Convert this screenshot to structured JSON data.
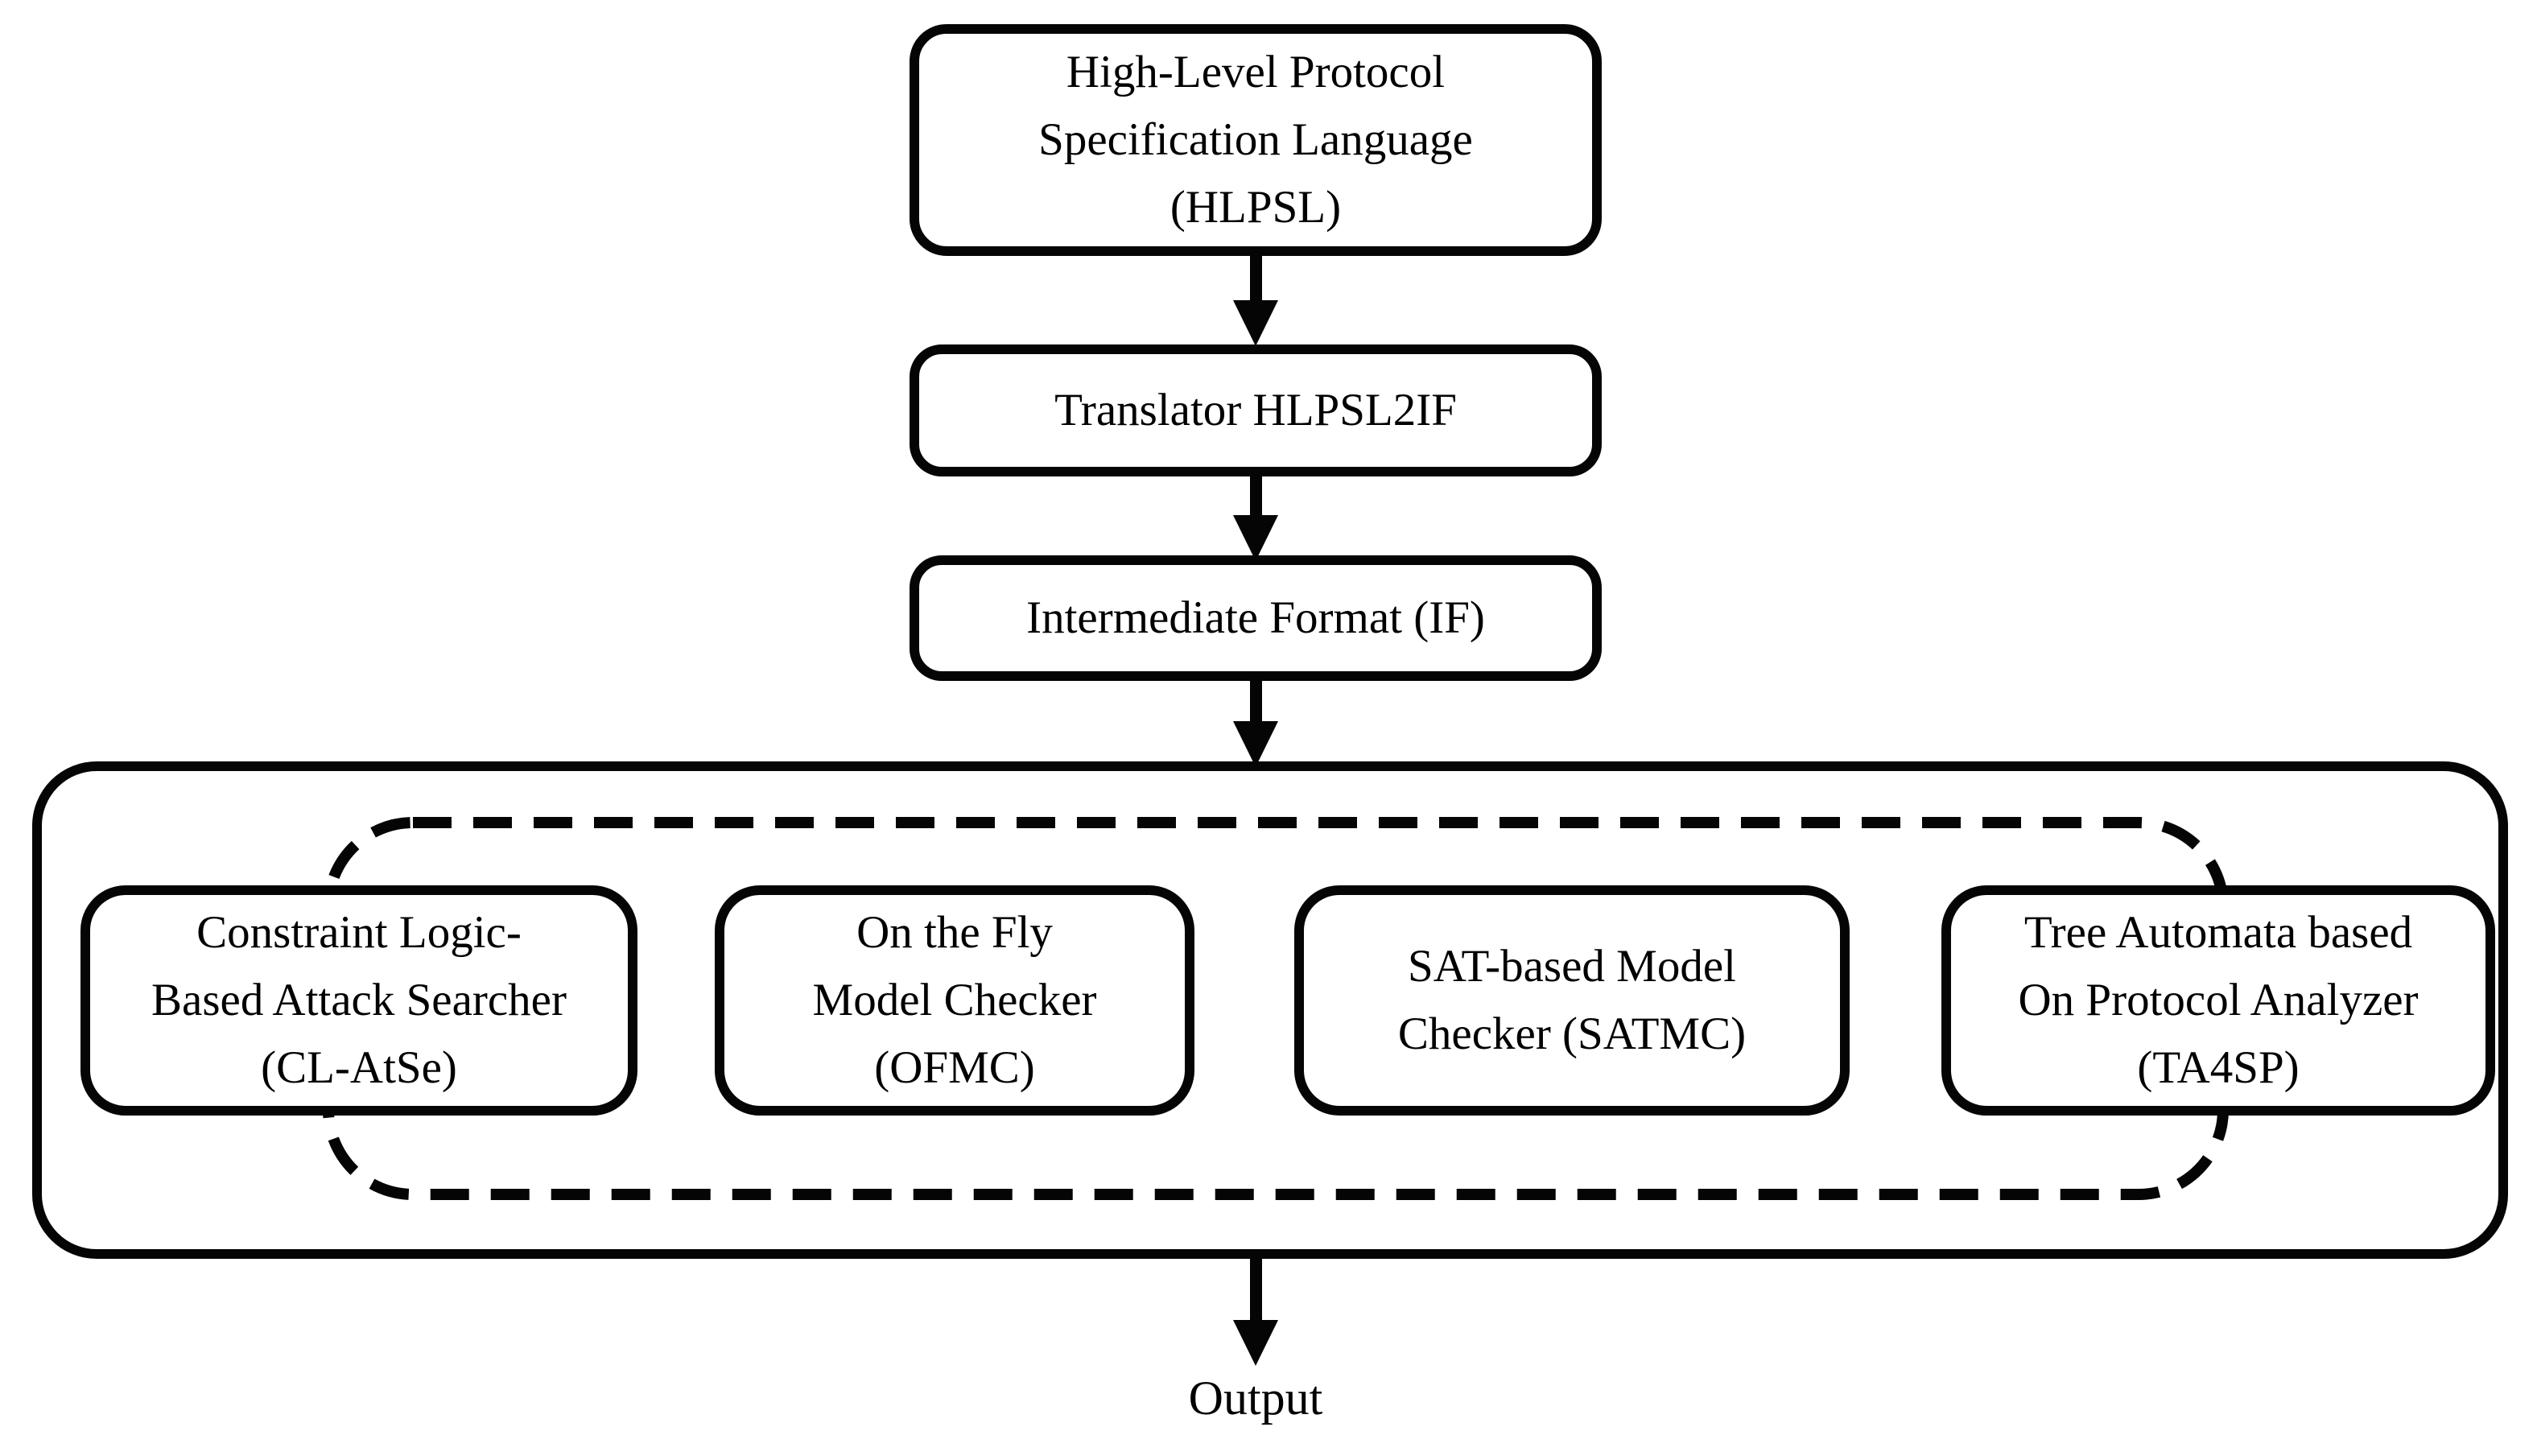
{
  "diagram": {
    "title": "AVISPA architecture flow diagram",
    "colors": {
      "stroke": "#050505",
      "background": "#ffffff",
      "text": "#000000"
    },
    "nodes": {
      "hlpsl": {
        "lines": [
          "High-Level Protocol",
          "Specification Language",
          "(HLPSL)"
        ]
      },
      "translator": {
        "lines": [
          "Translator HLPSL2IF"
        ]
      },
      "intermediate_format": {
        "lines": [
          "Intermediate Format (IF)"
        ]
      },
      "clatse": {
        "lines": [
          "Constraint Logic-",
          "Based Attack Searcher",
          "(CL-AtSe)"
        ]
      },
      "ofmc": {
        "lines": [
          "On the Fly",
          "Model Checker",
          "(OFMC)"
        ]
      },
      "satmc": {
        "lines": [
          "SAT-based Model",
          "Checker (SATMC)"
        ]
      },
      "ta4sp": {
        "lines": [
          "Tree Automata based",
          "On Protocol Analyzer",
          "(TA4SP)"
        ]
      }
    },
    "output_label": "Output"
  }
}
